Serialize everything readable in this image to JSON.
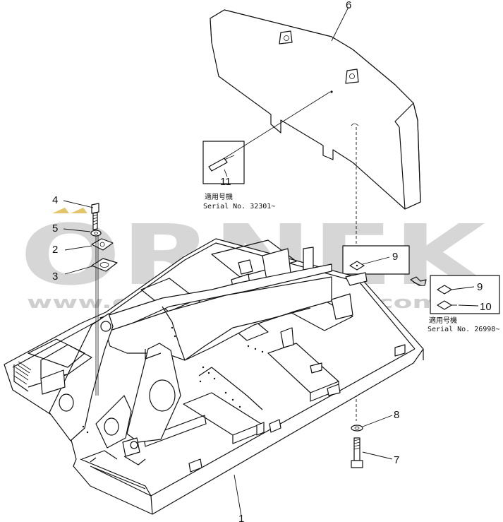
{
  "watermark": {
    "brand": "ORNEK",
    "url": "www.ornekismakinesi.com.tr"
  },
  "callouts": [
    {
      "id": "c1",
      "label": "1"
    },
    {
      "id": "c2",
      "label": "2"
    },
    {
      "id": "c3",
      "label": "3"
    },
    {
      "id": "c4",
      "label": "4"
    },
    {
      "id": "c5",
      "label": "5"
    },
    {
      "id": "c6",
      "label": "6"
    },
    {
      "id": "c7",
      "label": "7"
    },
    {
      "id": "c8",
      "label": "8"
    },
    {
      "id": "c9a",
      "label": "9"
    },
    {
      "id": "c9b",
      "label": "9"
    },
    {
      "id": "c10",
      "label": "10"
    },
    {
      "id": "c11",
      "label": "11"
    }
  ],
  "notes": {
    "serial_a_jp": "適用号機",
    "serial_a": "Serial  No. 32301~",
    "serial_b_jp": "適用号機",
    "serial_b": "Serial  No. 26998~"
  },
  "colors": {
    "line": "#111111",
    "watermark": "#d6d6d6",
    "accent_arrows": "#e3c66a"
  }
}
